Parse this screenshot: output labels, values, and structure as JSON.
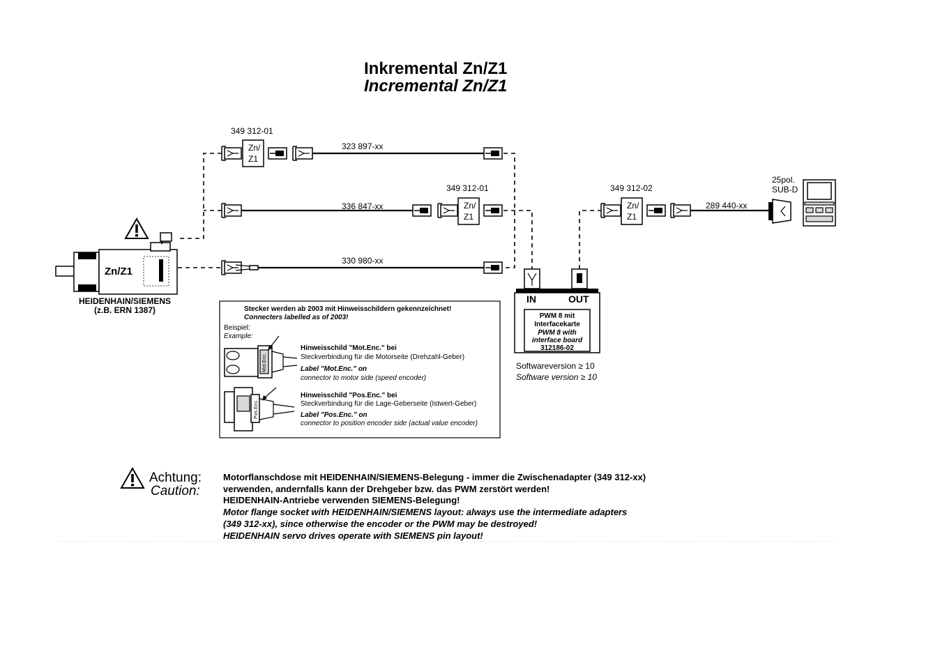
{
  "title": {
    "de": "Inkremental Zn/Z1",
    "en": "Incremental Zn/Z1"
  },
  "adapters": {
    "upper": {
      "part": "349 312-01",
      "line1": "Zn/",
      "line2": "Z1"
    },
    "middle": {
      "part": "349 312-01",
      "line1": "Zn/",
      "line2": "Z1"
    },
    "right": {
      "part": "349 312-02",
      "line1": "Zn/",
      "line2": "Z1"
    }
  },
  "cables": {
    "upper": "323 897-xx",
    "middle": "336 847-xx",
    "lower": "330 980-xx",
    "right": "289 440-xx"
  },
  "motor": {
    "label": "Zn/Z1",
    "maker": "HEIDENHAIN/SIEMENS",
    "example": "(z.B. ERN 1387)"
  },
  "subd": {
    "line1": "25pol.",
    "line2": "SUB-D"
  },
  "pwm": {
    "in_label": "IN",
    "out_label": "OUT",
    "lines_de": [
      "PWM 8 mit",
      "Interfacekarte"
    ],
    "lines_en": [
      "PWM 8 with",
      "interface board"
    ],
    "part": "312186-02",
    "sw_de": "Softwareversion ≥ 10",
    "sw_en": "Software version ≥ 10"
  },
  "note_box": {
    "heading_de": "Stecker werden ab 2003 mit Hinweisschildern gekennzeichnet!",
    "heading_en": "Connecters labelled as of 2003!",
    "example_de": "Beispiel:",
    "example_en": "Example:",
    "mot_tag": "Mot.Enc.",
    "pos_tag": "Pos.Enc.",
    "mot": {
      "title_de": "Hinweisschild \"Mot.Enc.\" bei",
      "desc_de": "Steckverbindung für die Motorseite (Drehzahl-Geber)",
      "title_en": "Label \"Mot.Enc.\" on",
      "desc_en": "connector to motor side (speed encoder)"
    },
    "pos": {
      "title_de": "Hinweisschild \"Pos.Enc.\" bei",
      "desc_de": "Steckverbindung für die Lage-Geberseite (Istwert-Geber)",
      "title_en": "Label \"Pos.Enc.\" on",
      "desc_en": "connector to position encoder side (actual value encoder)"
    }
  },
  "caution": {
    "label_de": "Achtung:",
    "label_en": "Caution:",
    "lines": [
      "Motorflanschdose mit HEIDENHAIN/SIEMENS-Belegung - immer die Zwischenadapter (349 312-xx)",
      "verwenden, andernfalls kann der Drehgeber bzw. das PWM zerstört werden!",
      "HEIDENHAIN-Antriebe verwenden SIEMENS-Belegung!",
      "Motor flange socket with HEIDENHAIN/SIEMENS layout: always use the intermediate adapters",
      "(349 312-xx), since otherwise the encoder or the PWM may be destroyed!",
      "HEIDENHAIN servo drives operate with SIEMENS pin layout!"
    ]
  },
  "icons": [
    "warning-triangle-icon",
    "male-connector-icon",
    "female-connector-icon",
    "adapter-icon",
    "motor-icon",
    "pwm-unit-icon",
    "control-unit-icon",
    "arrow-icon"
  ]
}
